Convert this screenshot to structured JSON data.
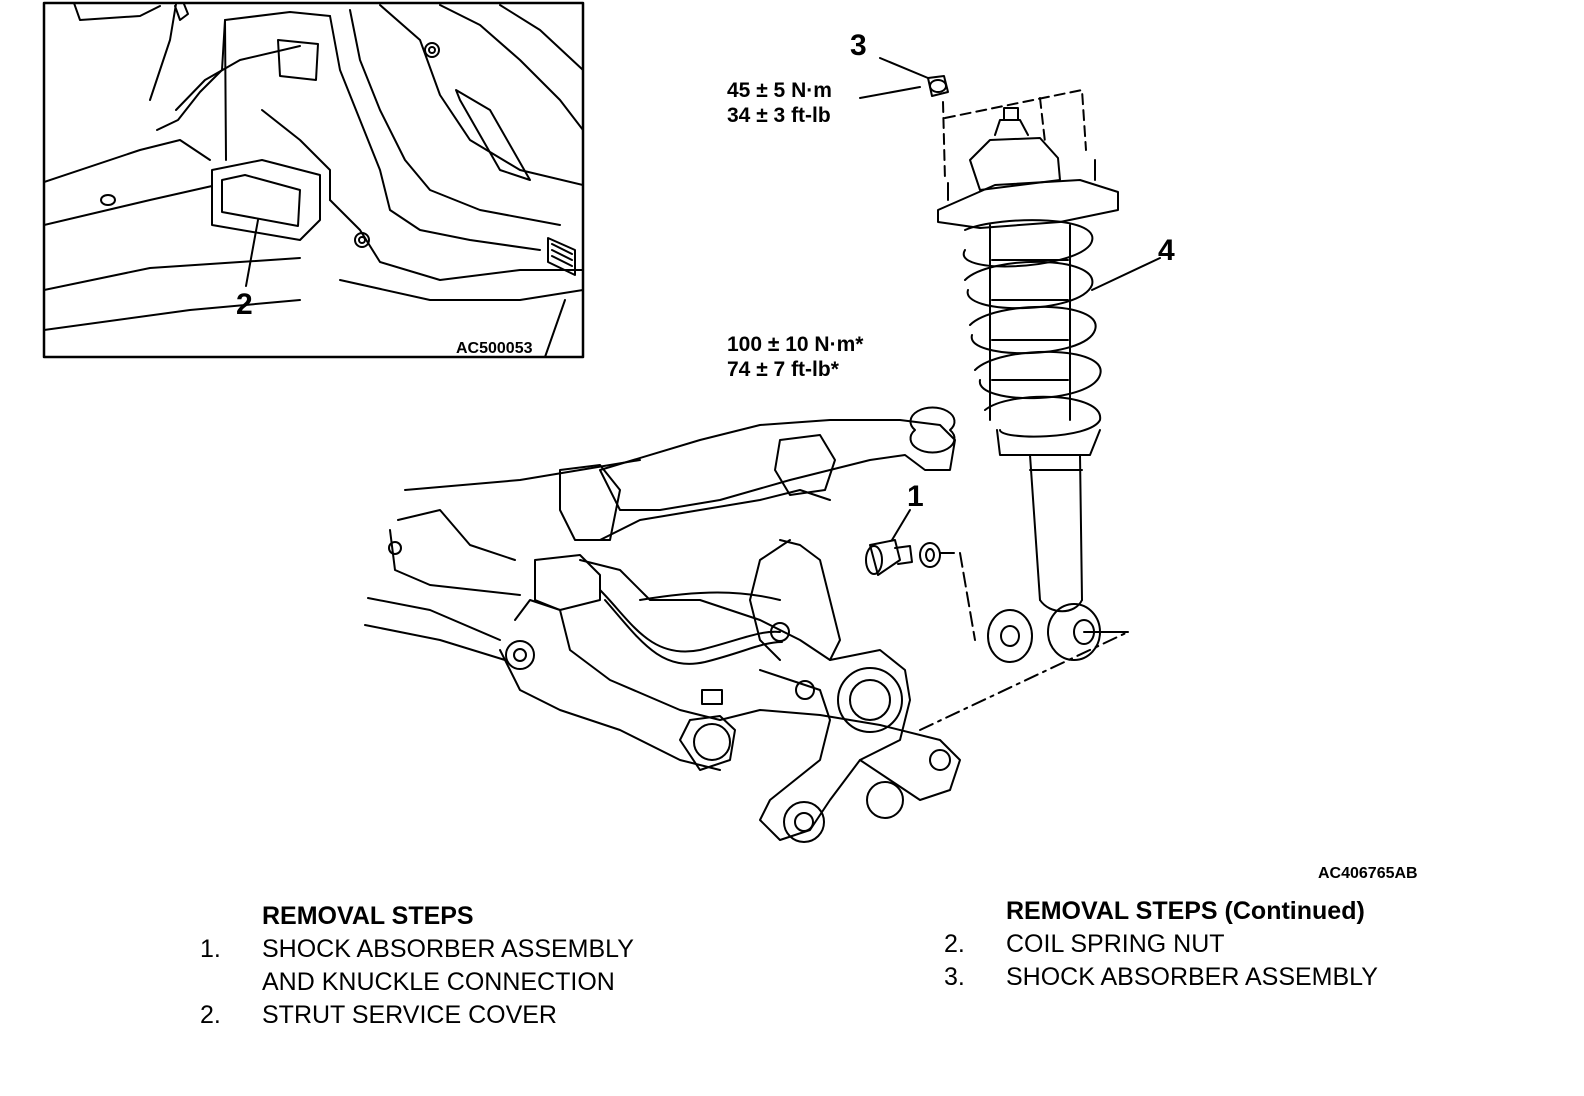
{
  "labels": {
    "part_1": "1",
    "part_2": "2",
    "part_3": "3",
    "part_4": "4"
  },
  "torque": {
    "nut_3_metric": "45 ± 5 N·m",
    "nut_3_imperial": "34 ± 3 ft-lb",
    "bolt_1_metric": "100 ± 10 N·m*",
    "bolt_1_imperial": "74 ± 7 ft-lb*"
  },
  "figure_codes": {
    "inset": "AC500053",
    "main": "AC406765AB"
  },
  "removal_steps": {
    "title": "REMOVAL STEPS",
    "items": [
      {
        "num": "1.",
        "text": "SHOCK ABSORBER ASSEMBLY\nAND KNUCKLE CONNECTION"
      },
      {
        "num": "2.",
        "text": "STRUT SERVICE COVER"
      }
    ]
  },
  "removal_steps_continued": {
    "title": "REMOVAL STEPS (Continued)",
    "items": [
      {
        "num": "2.",
        "text": "COIL SPRING NUT"
      },
      {
        "num": "3.",
        "text": "SHOCK ABSORBER ASSEMBLY"
      }
    ]
  }
}
